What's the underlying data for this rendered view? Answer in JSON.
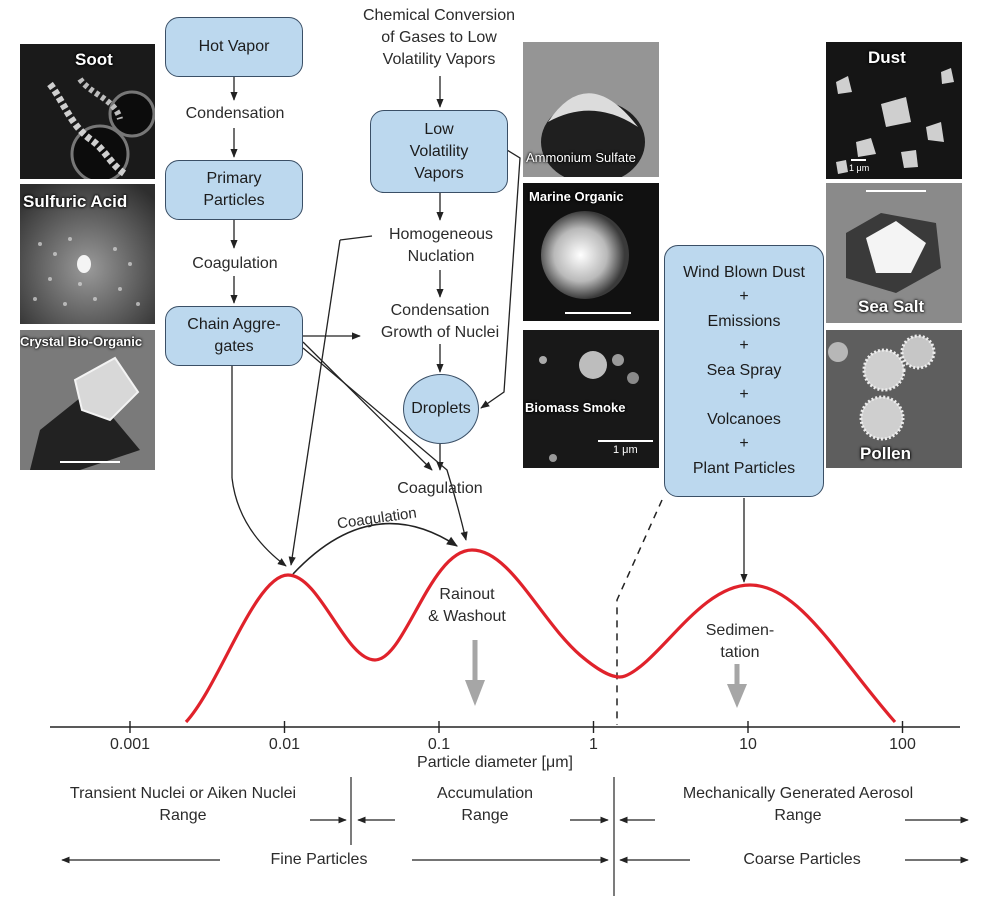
{
  "flow": {
    "hot_vapor": "Hot Vapor",
    "condensation": "Condensation",
    "primary_particles": "Primary\nParticles",
    "coagulation_1": "Coagulation",
    "chain_aggregates": "Chain Aggre-\ngates",
    "chemical_conversion": "Chemical Conversion\nof Gases to Low\nVolatility Vapors",
    "low_volatility": "Low\nVolatility\nVapors",
    "homogeneous_nuclation": "Homogeneous\nNuclation",
    "condensation_growth": "Condensation\nGrowth of Nuclei",
    "droplets": "Droplets",
    "coagulation_2": "Coagulation",
    "coagulation_arc": "Coagulation",
    "coarse_sources": "Wind Blown Dust\n+\nEmissions\n+\nSea Spray\n+\nVolcanoes\n+\nPlant Particles"
  },
  "photos": {
    "soot": "Soot",
    "sulfuric_acid": "Sulfuric Acid",
    "crystal_bio_organic": "Crystal Bio-Organic",
    "ammonium_sulfate": "Ammonium Sulfate",
    "marine_organic": "Marine Organic",
    "biomass_smoke": "Biomass Smoke",
    "biomass_scale": "1 μm",
    "dust": "Dust",
    "dust_scale": "1 μm",
    "sea_salt": "Sea Salt",
    "pollen": "Pollen"
  },
  "curve_labels": {
    "rainout": "Rainout\n& Washout",
    "sedimentation": "Sedimen-\ntation"
  },
  "axis": {
    "label": "Particle diameter [μm]",
    "ticks": [
      "0.001",
      "0.01",
      "0.1",
      "1",
      "10",
      "100"
    ],
    "scale": "log"
  },
  "ranges": {
    "nuclei": "Transient Nuclei or Aiken Nuclei\nRange",
    "accumulation": "Accumulation\nRange",
    "mechanical": "Mechanically Generated Aerosol\nRange",
    "fine": "Fine Particles",
    "coarse": "Coarse Particles"
  },
  "colors": {
    "box_fill": "#bcd8ee",
    "box_border": "#3a4f66",
    "curve": "#e0222b",
    "arrow_gray": "#a6a6a6",
    "line": "#222222"
  }
}
